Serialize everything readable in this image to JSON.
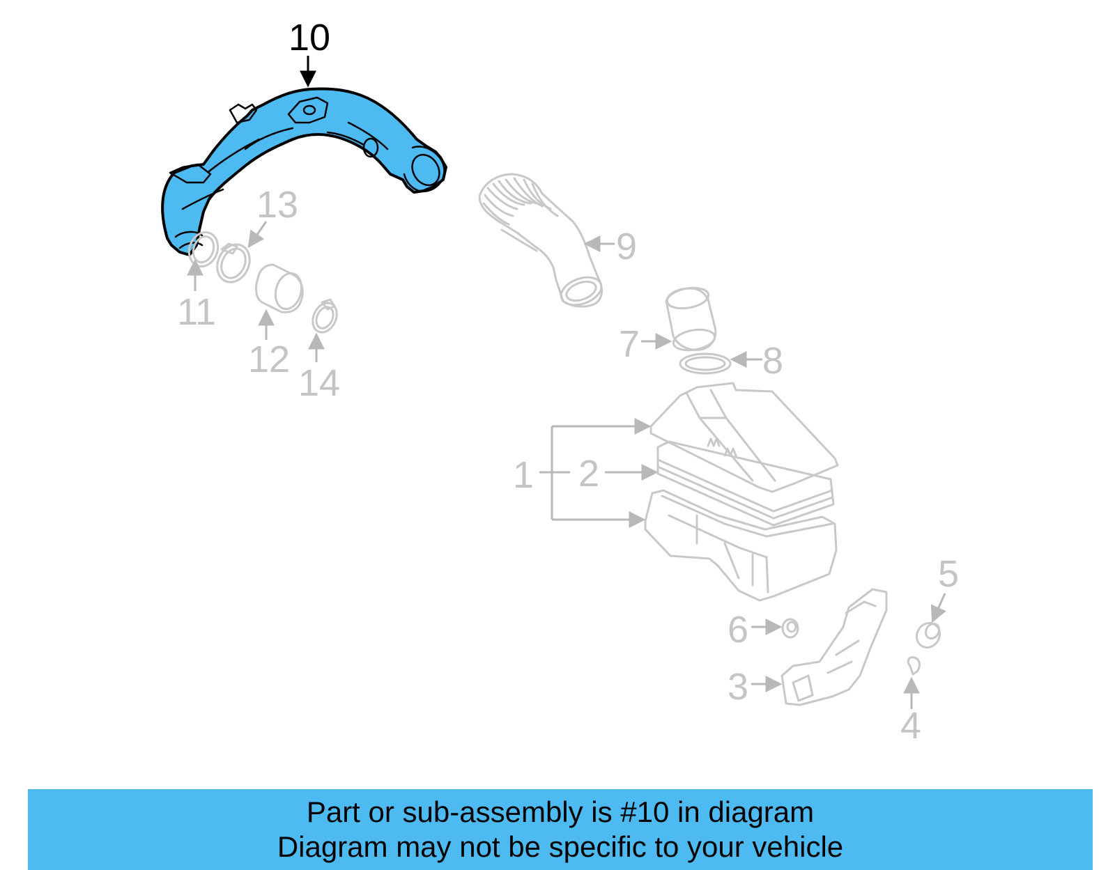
{
  "diagram": {
    "highlighted_part": "10",
    "colors": {
      "highlight_fill": "#4DBBF2",
      "highlight_outline": "#000000",
      "inactive_lines": "#c8c8c8",
      "inactive_labels": "#c4c4c4",
      "banner_background": "#4DBBF2"
    },
    "callouts": {
      "c1": "1",
      "c2": "2",
      "c3": "3",
      "c4": "4",
      "c5": "5",
      "c6": "6",
      "c7": "7",
      "c8": "8",
      "c9": "9",
      "c10": "10",
      "c11": "11",
      "c12": "12",
      "c13": "13",
      "c14": "14"
    }
  },
  "banner": {
    "line1": "Part or sub-assembly is #10 in diagram",
    "line2": "Diagram may not be specific to your vehicle"
  }
}
